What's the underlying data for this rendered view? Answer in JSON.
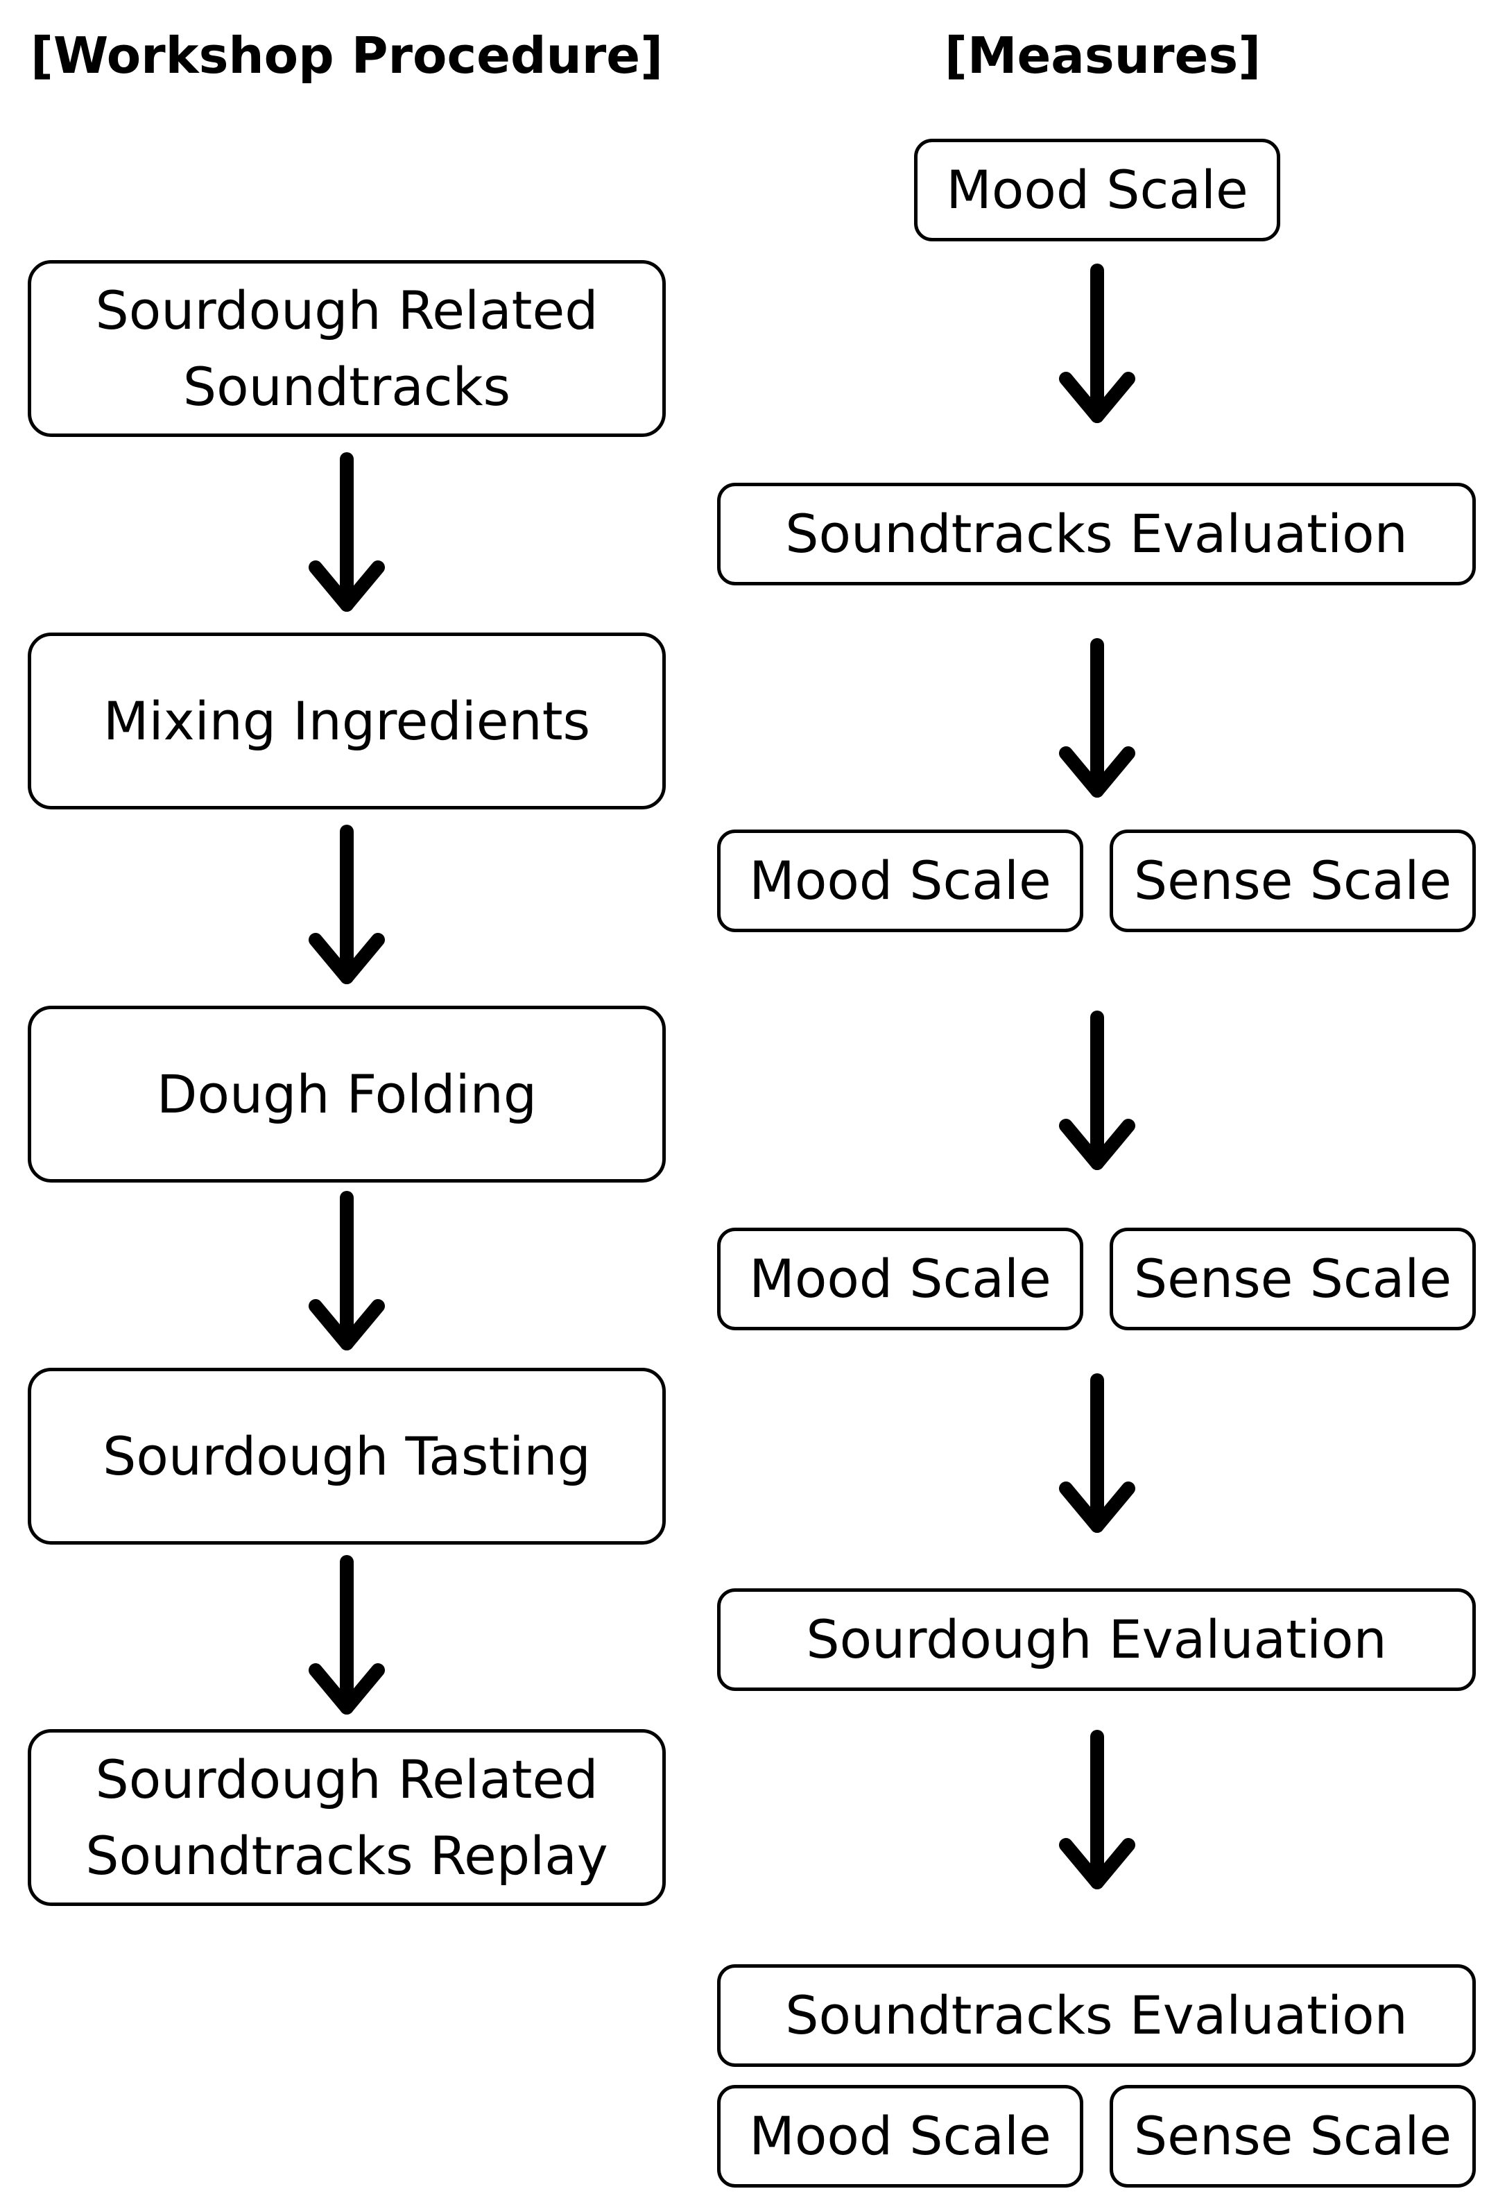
{
  "procedure": {
    "heading": "[Workshop Procedure]",
    "steps": [
      {
        "line1": "Sourdough Related",
        "line2": "Soundtracks"
      },
      {
        "line1": "Mixing Ingredients",
        "line2": ""
      },
      {
        "line1": "Dough Folding",
        "line2": ""
      },
      {
        "line1": "Sourdough Tasting",
        "line2": ""
      },
      {
        "line1": "Sourdough Related",
        "line2": "Soundtracks Replay"
      }
    ]
  },
  "measures": {
    "heading": "[Measures]",
    "row1": {
      "label": "Mood Scale"
    },
    "row2": {
      "label": "Soundtracks Evaluation"
    },
    "row3": {
      "left": "Mood Scale",
      "right": "Sense Scale"
    },
    "row4": {
      "left": "Mood Scale",
      "right": "Sense Scale"
    },
    "row5": {
      "label": "Sourdough Evaluation"
    },
    "row6": {
      "label": "Soundtracks Evaluation"
    },
    "row7": {
      "left": "Mood Scale",
      "right": "Sense Scale"
    }
  }
}
